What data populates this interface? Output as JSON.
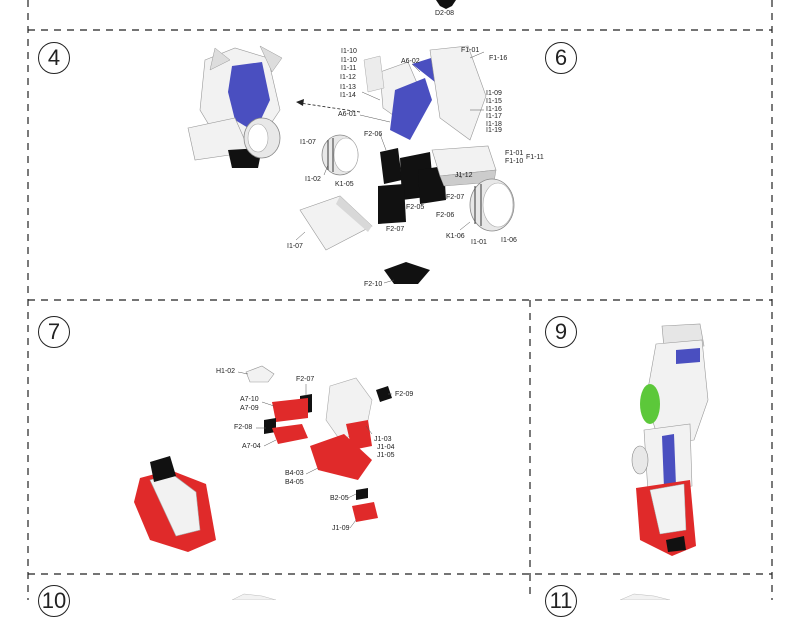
{
  "steps": {
    "s4": "4",
    "s6": "6",
    "s7": "7",
    "s9": "9",
    "s10": "10",
    "s11": "11"
  },
  "top_label": "D2-08",
  "step4_labels": {
    "i1_10a": "I1-10",
    "i1_10b": "I1-10",
    "i1_11": "I1-11",
    "i1_12": "I1-12",
    "i1_13": "I1-13",
    "i1_14": "I1-14",
    "a6_02": "A6-02",
    "f1_01a": "F1-01",
    "f1_16": "F1-16",
    "i1_09": "I1-09",
    "i1_15": "I1-15",
    "i1_16": "I1-16",
    "i1_17": "I1-17",
    "i1_18": "I1-18",
    "i1_19": "I1-19",
    "a6_01": "A6-01",
    "f2_06a": "F2-06",
    "i1_07a": "I1-07",
    "i1_02": "I1-02",
    "k1_05": "K1-05",
    "f1_01b": "F1-01",
    "f1_10": "F1-10",
    "f1_11": "F1-11",
    "j1_12": "J1-12",
    "f2_07a": "F2-07",
    "f2_05": "F2-05",
    "f2_06b": "F2-06",
    "f2_07b": "F2-07",
    "k1_06": "K1-06",
    "i1_01": "I1-01",
    "i1_06": "I1-06",
    "i1_07b": "I1-07",
    "f2_10": "F2-10"
  },
  "step7_labels": {
    "h1_02": "H1-02",
    "f2_07": "F2-07",
    "f2_09": "F2-09",
    "a7_10": "A7-10",
    "a7_09": "A7-09",
    "f2_08": "F2-08",
    "a7_04": "A7-04",
    "j1_03": "J1-03",
    "j1_04": "J1-04",
    "j1_05": "J1-05",
    "b4_03": "B4-03",
    "b4_05": "B4-05",
    "b2_05": "B2-05",
    "j1_09": "J1-09"
  },
  "colors": {
    "blue": "#4a4fc0",
    "red": "#e02a2a",
    "black": "#111111",
    "green": "#5cc83a",
    "white_part": "#f2f2f2",
    "grey_part": "#bdbdbd"
  }
}
